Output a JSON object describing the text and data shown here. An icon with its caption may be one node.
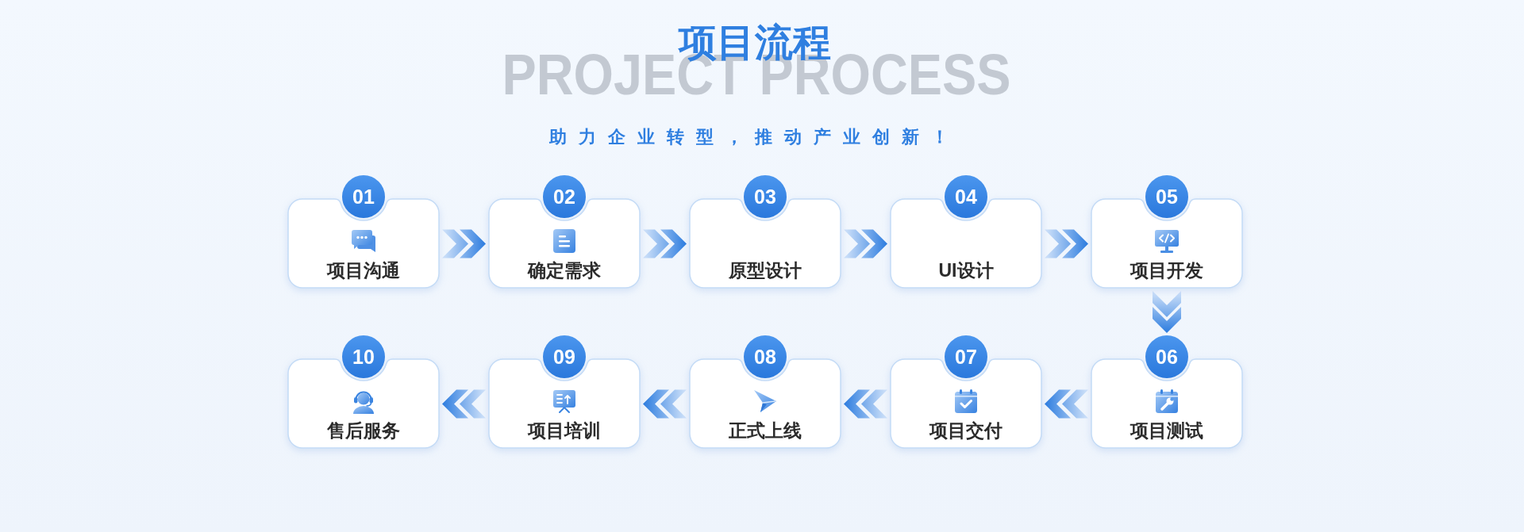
{
  "diagram": {
    "title": "项目流程",
    "nodes": [
      {
        "text": [
          "01",
          "项目沟通"
        ]
      },
      {
        "text": [
          "02",
          "确定需求"
        ]
      },
      {
        "text": [
          "03",
          "原型设计"
        ]
      },
      {
        "text": [
          "04",
          "UI设计"
        ]
      },
      {
        "text": [
          "05",
          "项目开发"
        ]
      },
      {
        "text": [
          "06",
          "项目测试"
        ]
      },
      {
        "text": [
          "07",
          "项目交付"
        ]
      },
      {
        "text": [
          "08",
          "正式上线"
        ]
      },
      {
        "text": [
          "09",
          "项目培训"
        ]
      },
      {
        "text": [
          "10",
          "售后服务"
        ]
      }
    ],
    "edges": [
      {
        "from": 0,
        "to": 1,
        "arrow": "to"
      },
      {
        "from": 1,
        "to": 2,
        "arrow": "to"
      },
      {
        "from": 2,
        "to": 3,
        "arrow": "to"
      },
      {
        "from": 3,
        "to": 4,
        "arrow": "to"
      },
      {
        "from": 4,
        "to": 5,
        "arrow": "to"
      },
      {
        "from": 5,
        "to": 6,
        "arrow": "to"
      },
      {
        "from": 6,
        "to": 7,
        "arrow": "to"
      },
      {
        "from": 7,
        "to": 8,
        "arrow": "to"
      },
      {
        "from": 8,
        "to": 9,
        "arrow": "to"
      }
    ],
    "labels": [
      "PROJECT PROCESS",
      "助力企业转型，推动产业创新！"
    ]
  }
}
